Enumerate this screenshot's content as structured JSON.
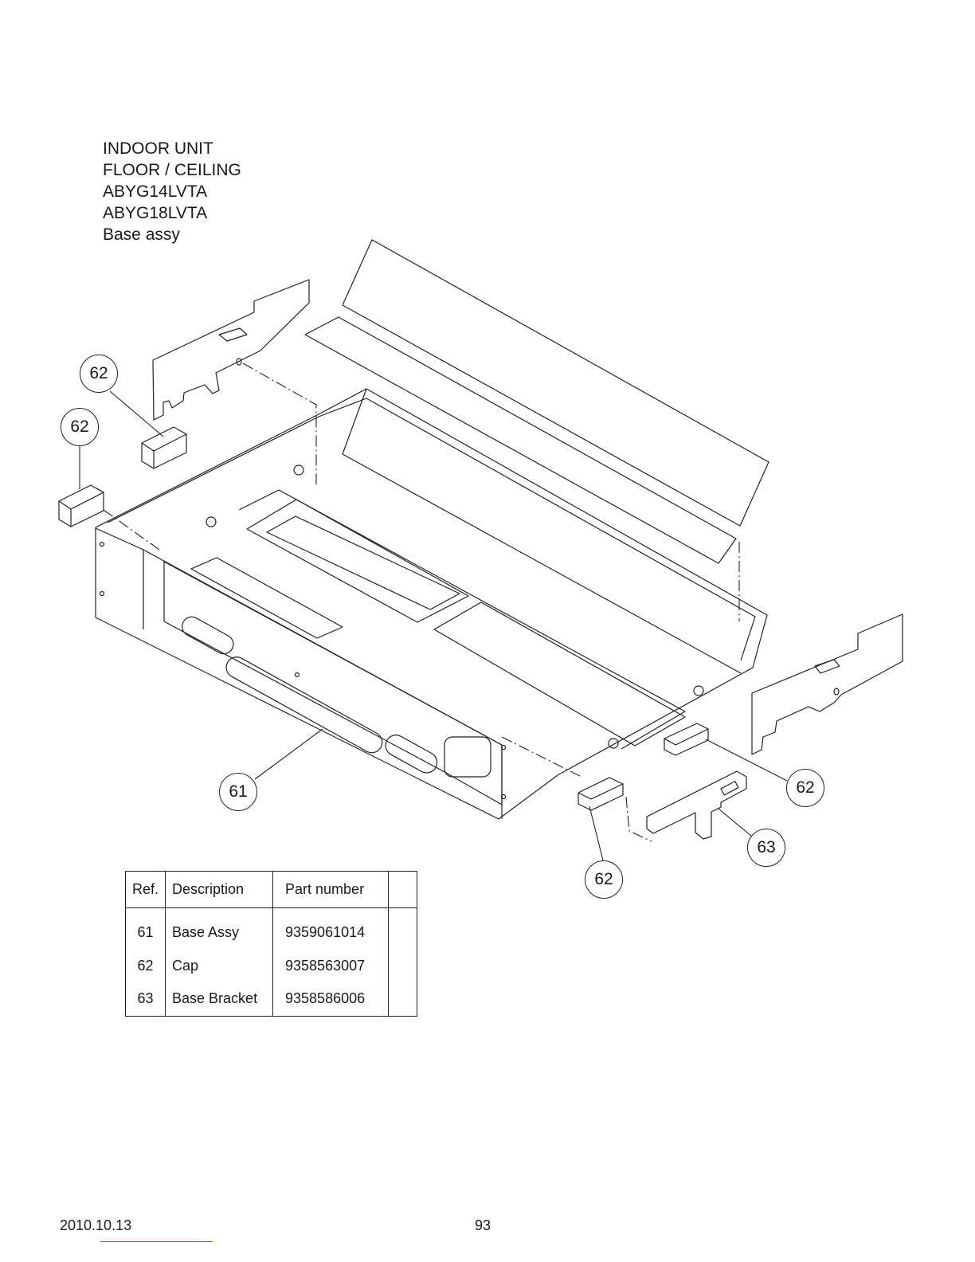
{
  "header": {
    "lines": [
      "INDOOR UNIT",
      "FLOOR / CEILING",
      "ABYG14LVTA",
      "ABYG18LVTA",
      "Base assy"
    ]
  },
  "callouts": [
    "62",
    "62",
    "61",
    "62",
    "63",
    "62"
  ],
  "parts_table": {
    "headers": [
      "Ref.",
      "Description",
      "Part number",
      ""
    ],
    "rows": [
      {
        "ref": "61",
        "description": "Base Assy",
        "part_number": "9359061014"
      },
      {
        "ref": "62",
        "description": "Cap",
        "part_number": "9358563007"
      },
      {
        "ref": "63",
        "description": "Base Bracket",
        "part_number": "9358586006"
      }
    ]
  },
  "footer": {
    "date": "2010.10.13",
    "page": "93"
  }
}
